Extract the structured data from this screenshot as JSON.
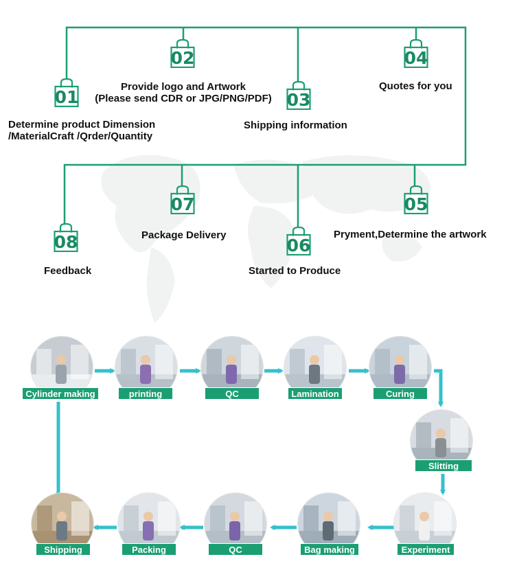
{
  "steps": [
    {
      "id": "s01",
      "num": "01",
      "lines": [
        "Determine product Dimension",
        "/MaterialCraft /Qrder/Quantity"
      ]
    },
    {
      "id": "s02",
      "num": "02",
      "lines": [
        "Provide logo and Artwork",
        "(Please send CDR or JPG/PNG/PDF)"
      ]
    },
    {
      "id": "s03",
      "num": "03",
      "lines": [
        "Shipping information"
      ]
    },
    {
      "id": "s04",
      "num": "04",
      "lines": [
        "Quotes for you"
      ]
    },
    {
      "id": "s05",
      "num": "05",
      "lines": [
        "Pryment,Determine the artwork"
      ]
    },
    {
      "id": "s06",
      "num": "06",
      "lines": [
        "Started to Produce"
      ]
    },
    {
      "id": "s07",
      "num": "07",
      "lines": [
        "Package Delivery"
      ]
    },
    {
      "id": "s08",
      "num": "08",
      "lines": [
        "Feedback"
      ]
    }
  ],
  "process": [
    {
      "id": "cylinder",
      "label": "Cylinder making"
    },
    {
      "id": "printing",
      "label": "printing"
    },
    {
      "id": "qc1",
      "label": "QC"
    },
    {
      "id": "lamination",
      "label": "Lamination"
    },
    {
      "id": "curing",
      "label": "Curing"
    },
    {
      "id": "slitting",
      "label": "Slitting"
    },
    {
      "id": "experiment",
      "label": "Experiment"
    },
    {
      "id": "bagmaking",
      "label": "Bag making"
    },
    {
      "id": "qc2",
      "label": "QC"
    },
    {
      "id": "packing",
      "label": "Packing"
    },
    {
      "id": "shipping",
      "label": "Shipping"
    }
  ],
  "colors": {
    "line": "#1b9e72",
    "arrow": "#35c0cc",
    "label_bg": "#1b9e72"
  },
  "icons": {
    "bag": "shopping-bag-icon",
    "arrow": "arrow-icon"
  }
}
